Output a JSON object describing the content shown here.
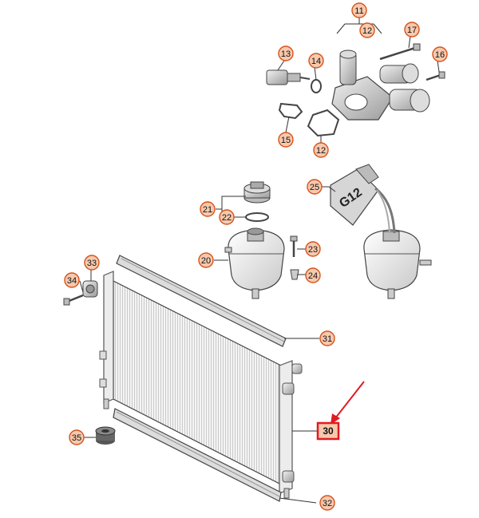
{
  "diagram": {
    "callout_fill": "#f7c9ad",
    "callout_stroke": "#d7531c",
    "highlight_color": "#e11b22",
    "arrow_color": "#e11b22",
    "line_color": "#333333",
    "parts": [
      {
        "id": "p11",
        "number": "11"
      },
      {
        "id": "p12a",
        "number": "12"
      },
      {
        "id": "p17",
        "number": "17"
      },
      {
        "id": "p13",
        "number": "13"
      },
      {
        "id": "p14",
        "number": "14"
      },
      {
        "id": "p16",
        "number": "16"
      },
      {
        "id": "p15",
        "number": "15"
      },
      {
        "id": "p12b",
        "number": "12"
      },
      {
        "id": "p25",
        "number": "25"
      },
      {
        "id": "p21",
        "number": "21"
      },
      {
        "id": "p22",
        "number": "22"
      },
      {
        "id": "p23",
        "number": "23"
      },
      {
        "id": "p20",
        "number": "20"
      },
      {
        "id": "p24",
        "number": "24"
      },
      {
        "id": "p33",
        "number": "33"
      },
      {
        "id": "p34",
        "number": "34"
      },
      {
        "id": "p31",
        "number": "31"
      },
      {
        "id": "p30",
        "number": "30",
        "highlighted": true
      },
      {
        "id": "p35",
        "number": "35"
      },
      {
        "id": "p32",
        "number": "32"
      }
    ],
    "reservoir_label": "G12"
  }
}
